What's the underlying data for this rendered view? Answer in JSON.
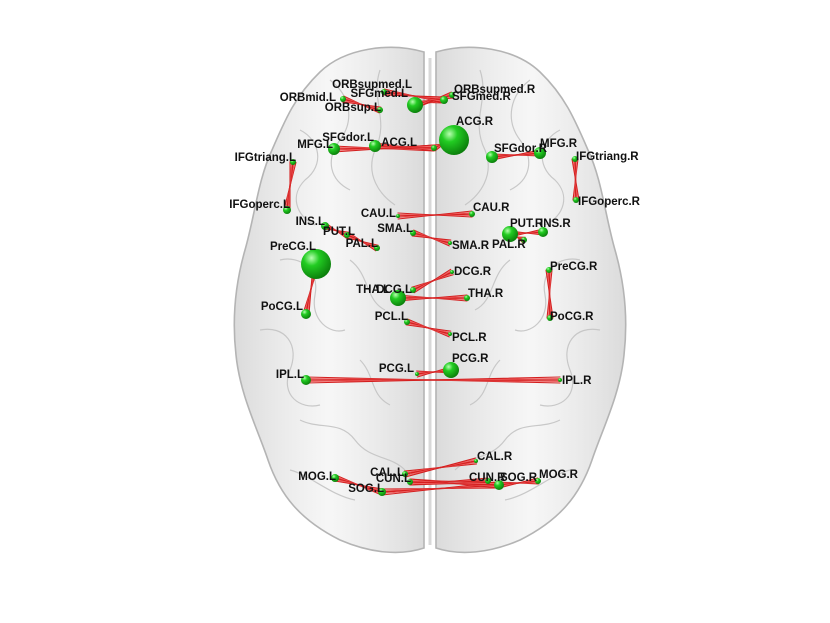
{
  "colors": {
    "node": "#22cc22",
    "node_dark": "#0a7a0a",
    "edge": "#d42020",
    "brain_fill": "#d4d4d4",
    "brain_stroke": "#b4b4b4",
    "label": "#111111"
  },
  "nodes": [
    {
      "id": "ORBsupmed.L",
      "label": "ORBsupmed.L"
    },
    {
      "id": "ORBsupmed.R",
      "label": "ORBsupmed.R"
    },
    {
      "id": "ORBmid.L",
      "label": "ORBmid.L"
    },
    {
      "id": "SFGmed.L",
      "label": "SFGmed.L"
    },
    {
      "id": "SFGmed.R",
      "label": "SFGmed.R"
    },
    {
      "id": "ORBsup.L",
      "label": "ORBsup.L"
    },
    {
      "id": "SFGdor.L",
      "label": "SFGdor.L"
    },
    {
      "id": "ACG.R",
      "label": "ACG.R"
    },
    {
      "id": "MFG.L",
      "label": "MFG.L"
    },
    {
      "id": "ACG.L",
      "label": "ACG.L"
    },
    {
      "id": "MFG.R",
      "label": "MFG.R"
    },
    {
      "id": "SFGdor.R",
      "label": "SFGdor.R"
    },
    {
      "id": "IFGtriang.L",
      "label": "IFGtriang.L"
    },
    {
      "id": "IFGtriang.R",
      "label": "IFGtriang.R"
    },
    {
      "id": "IFGoperc.L",
      "label": "IFGoperc.L"
    },
    {
      "id": "IFGoperc.R",
      "label": "IFGoperc.R"
    },
    {
      "id": "CAU.L",
      "label": "CAU.L"
    },
    {
      "id": "CAU.R",
      "label": "CAU.R"
    },
    {
      "id": "INS.L",
      "label": "INS.L"
    },
    {
      "id": "PUT.R",
      "label": "PUT.R"
    },
    {
      "id": "INS.R",
      "label": "INS.R"
    },
    {
      "id": "PUT.L",
      "label": "PUT.L"
    },
    {
      "id": "SMA.L",
      "label": "SMA.L"
    },
    {
      "id": "PAL.R",
      "label": "PAL.R"
    },
    {
      "id": "PAL.L",
      "label": "PAL.L"
    },
    {
      "id": "SMA.R",
      "label": "SMA.R"
    },
    {
      "id": "PreCG.L",
      "label": "PreCG.L"
    },
    {
      "id": "PreCG.R",
      "label": "PreCG.R"
    },
    {
      "id": "DCG.R",
      "label": "DCG.R"
    },
    {
      "id": "THA.L",
      "label": "THA.L"
    },
    {
      "id": "DCG.L",
      "label": "DCG.L"
    },
    {
      "id": "THA.R",
      "label": "THA.R"
    },
    {
      "id": "PoCG.L",
      "label": "PoCG.L"
    },
    {
      "id": "PoCG.R",
      "label": "PoCG.R"
    },
    {
      "id": "PCL.L",
      "label": "PCL.L"
    },
    {
      "id": "PCL.R",
      "label": "PCL.R"
    },
    {
      "id": "PCG.R",
      "label": "PCG.R"
    },
    {
      "id": "PCG.L",
      "label": "PCG.L"
    },
    {
      "id": "IPL.L",
      "label": "IPL.L"
    },
    {
      "id": "IPL.R",
      "label": "IPL.R"
    },
    {
      "id": "CAL.R",
      "label": "CAL.R"
    },
    {
      "id": "CAL.L",
      "label": "CAL.L"
    },
    {
      "id": "MOG.L",
      "label": "MOG.L"
    },
    {
      "id": "CUN.L",
      "label": "CUN.L"
    },
    {
      "id": "CUN.R",
      "label": "CUN.R"
    },
    {
      "id": "SOG.R",
      "label": "SOG.R"
    },
    {
      "id": "MOG.R",
      "label": "MOG.R"
    },
    {
      "id": "SOG.L",
      "label": "SOG.L"
    }
  ],
  "edges": [
    [
      "ORBmid.L",
      "ORBsup.L"
    ],
    [
      "SFGmed.L",
      "SFGmed.R"
    ],
    [
      "SFGmed.L",
      "ORBsupmed.R"
    ],
    [
      "ORBsupmed.L",
      "SFGmed.R"
    ],
    [
      "MFG.L",
      "ACG.L"
    ],
    [
      "SFGdor.L",
      "ACG.L"
    ],
    [
      "ACG.L",
      "ACG.R"
    ],
    [
      "SFGdor.R",
      "MFG.R"
    ],
    [
      "IFGtriang.L",
      "IFGoperc.L"
    ],
    [
      "IFGtriang.R",
      "IFGoperc.R"
    ],
    [
      "CAU.L",
      "CAU.R"
    ],
    [
      "INS.L",
      "PUT.L"
    ],
    [
      "PUT.L",
      "PAL.L"
    ],
    [
      "SMA.L",
      "SMA.R"
    ],
    [
      "PUT.R",
      "INS.R"
    ],
    [
      "PUT.R",
      "PAL.R"
    ],
    [
      "PreCG.L",
      "PoCG.L"
    ],
    [
      "PreCG.R",
      "PoCG.R"
    ],
    [
      "DCG.L",
      "DCG.R"
    ],
    [
      "THA.L",
      "THA.R"
    ],
    [
      "PCL.L",
      "PCL.R"
    ],
    [
      "PCG.L",
      "PCG.R"
    ],
    [
      "IPL.L",
      "IPL.R"
    ],
    [
      "CAL.L",
      "CAL.R"
    ],
    [
      "CUN.L",
      "CUN.R"
    ],
    [
      "SOG.L",
      "SOG.R"
    ],
    [
      "MOG.L",
      "SOG.L"
    ],
    [
      "SOG.R",
      "MOG.R"
    ],
    [
      "CUN.L",
      "SOG.R"
    ]
  ]
}
